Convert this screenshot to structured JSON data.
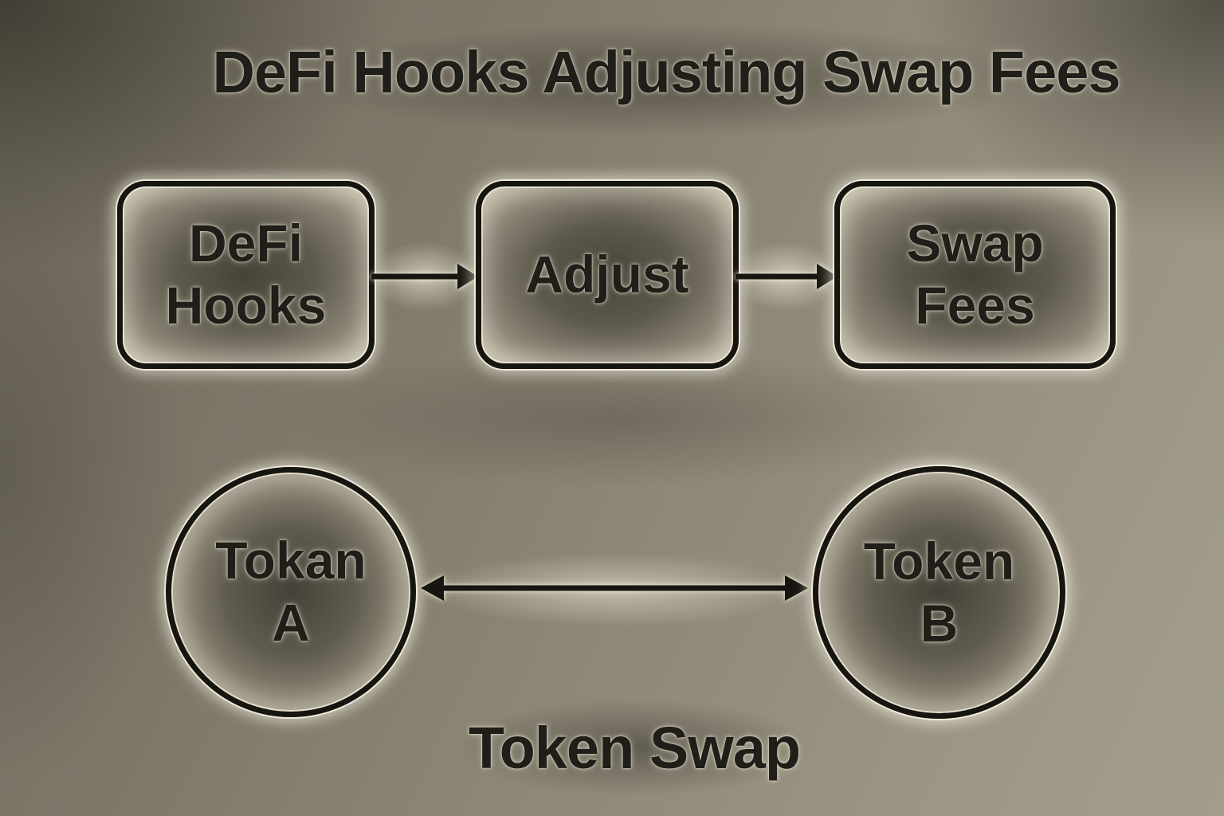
{
  "diagram": {
    "title": "DeFi Hooks Adjusting Swap Fees",
    "caption": "Token Swap",
    "flow_nodes": [
      {
        "label": "DeFi Hooks"
      },
      {
        "label": "Adjust"
      },
      {
        "label": "Swap Fees"
      }
    ],
    "token_nodes": [
      {
        "label": "Tokan A"
      },
      {
        "label": "Token B"
      }
    ],
    "arrows": [
      {
        "name": "defi-hooks-to-adjust",
        "direction": "right"
      },
      {
        "name": "adjust-to-swap-fees",
        "direction": "right"
      },
      {
        "name": "token-a-to-token-b",
        "direction": "both"
      }
    ],
    "colors": {
      "stroke": "#17150f",
      "text": "#201e18",
      "glow": "#f2ecd9",
      "background_dark": "#534e41",
      "background_light": "#a49d8b"
    }
  }
}
